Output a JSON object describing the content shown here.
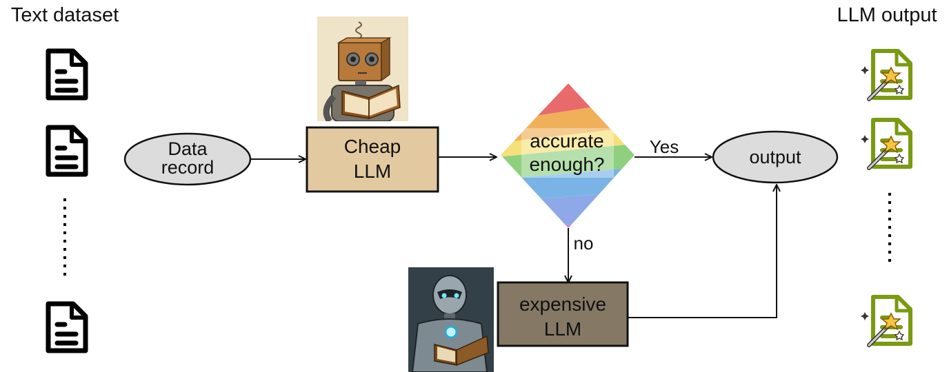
{
  "left_title": "Text dataset",
  "right_title": "LLM output",
  "nodes": {
    "data_record": {
      "line1": "Data",
      "line2": "record"
    },
    "cheap_llm": {
      "line1": "Cheap",
      "line2": "LLM"
    },
    "decision": {
      "line1": "accurate",
      "line2": "enough?"
    },
    "output": {
      "label": "output"
    },
    "expensive_llm": {
      "line1": "expensive",
      "line2": "LLM"
    }
  },
  "edges": {
    "yes_label": "Yes",
    "no_label": "no"
  },
  "icons": {
    "input_doc": "document-icon",
    "output_doc": "magic-document-icon",
    "cheap_robot": "cardboard-robot-reading-illustration",
    "expensive_robot": "metal-robot-reading-illustration"
  },
  "colors": {
    "cheap_fill": "#e3c9a0",
    "expensive_fill": "#857966",
    "ellipse_fill": "#dcdcdc",
    "output_doc": "#7a9a10"
  }
}
